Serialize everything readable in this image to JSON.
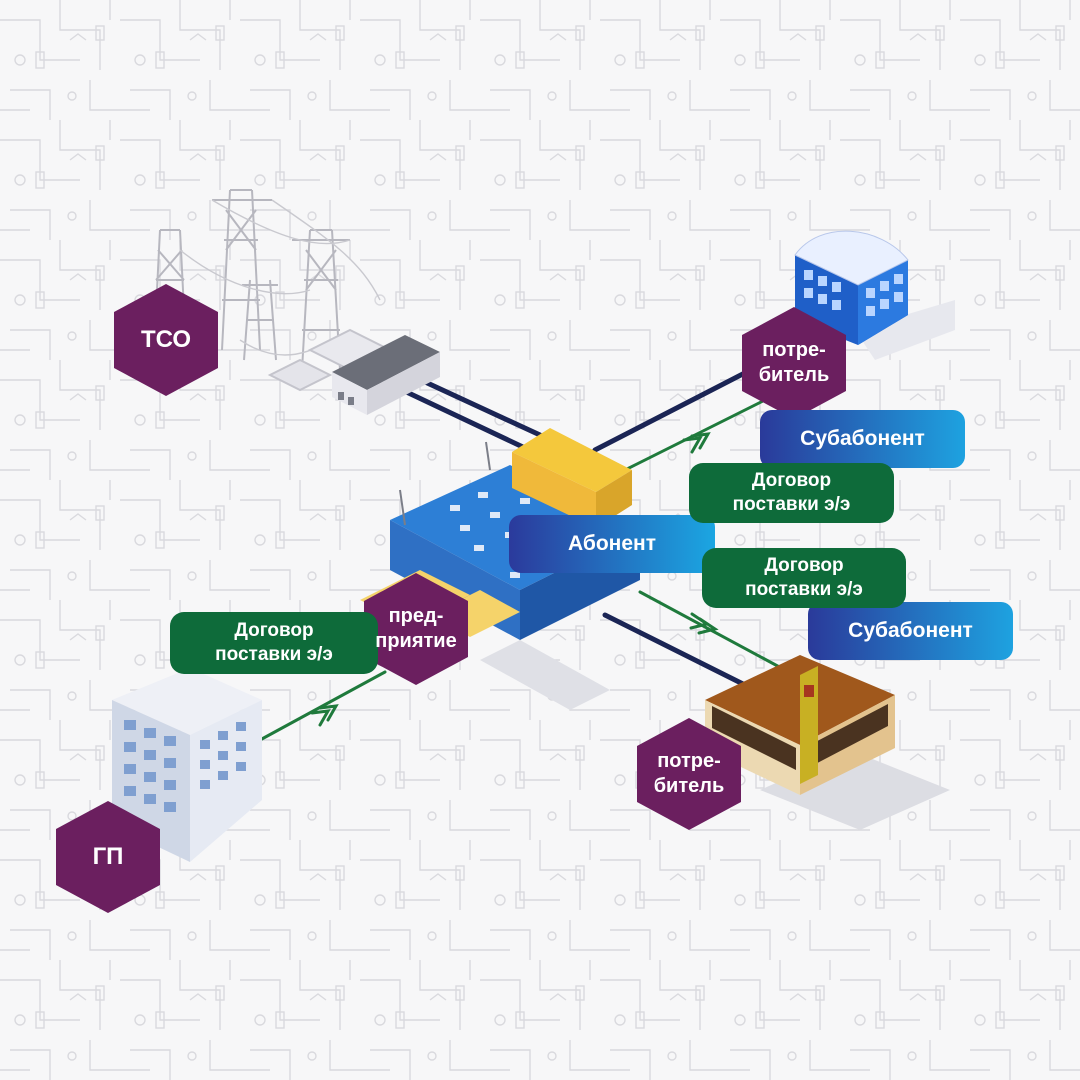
{
  "colors": {
    "background": "#f7f7f8",
    "circuit_lines": "#d9d9de",
    "role_hexagon": "#6b1f5f",
    "contract_badge": "#0e6b3a",
    "subscriber_gradient_start": "#2a3a9a",
    "subscriber_gradient_end": "#1ea2e0",
    "power_line": "#1b2555",
    "contract_line": "#1f7a3c",
    "label_text": "#ffffff"
  },
  "nodes": {
    "tso": {
      "label": "ТСО",
      "icon": "power-transmission-towers-icon"
    },
    "gp": {
      "label": "ГП",
      "icon": "office-building-icon"
    },
    "enterprise": {
      "label": "пред-\nприятие",
      "icon": "factory-building-icon"
    },
    "consumer_top": {
      "label": "потре-\nбитель",
      "icon": "glass-office-building-icon"
    },
    "consumer_bottom": {
      "label": "потре-\nбитель",
      "icon": "fast-food-restaurant-icon"
    }
  },
  "badges": {
    "abonent": "Абонент",
    "subabonent_top": "Субабонент",
    "subabonent_bottom": "Субабонент",
    "contract_gp": "Договор\nпоставки э/э",
    "contract_top": "Договор\nпоставки э/э",
    "contract_bottom": "Договор\nпоставки э/э"
  }
}
